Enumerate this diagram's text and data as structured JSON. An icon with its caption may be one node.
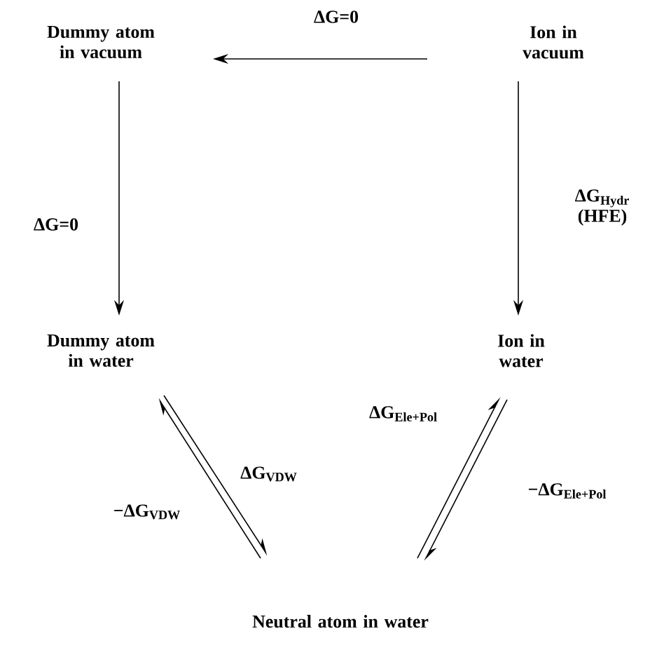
{
  "diagram": {
    "nodes": [
      {
        "text": [
          "Dummy atom in vacuum"
        ]
      },
      {
        "text": [
          "Ion in vacuum"
        ]
      },
      {
        "text": [
          "Dummy atom in water"
        ]
      },
      {
        "text": [
          "Ion in water"
        ]
      },
      {
        "text": [
          "Neutral atom in water"
        ]
      }
    ],
    "edges": [
      {
        "from": 1,
        "to": 0,
        "arrow": "to",
        "label": "ΔG=0"
      },
      {
        "from": 0,
        "to": 2,
        "arrow": "to",
        "label": "ΔG=0"
      },
      {
        "from": 1,
        "to": 3,
        "arrow": "to",
        "label": "ΔG$_{Hydr}$ (HFE)"
      },
      {
        "from": 4,
        "to": 2,
        "arrow": "to",
        "label": "−ΔG$_{VDW}$"
      },
      {
        "from": 2,
        "to": 4,
        "arrow": "to",
        "label": "ΔG$_{VDW}$"
      },
      {
        "from": 4,
        "to": 3,
        "arrow": "to",
        "label": "ΔG$_{Ele+Pol}$"
      },
      {
        "from": 3,
        "to": 4,
        "arrow": "to",
        "label": "−ΔG$_{Ele+Pol}$"
      }
    ]
  }
}
